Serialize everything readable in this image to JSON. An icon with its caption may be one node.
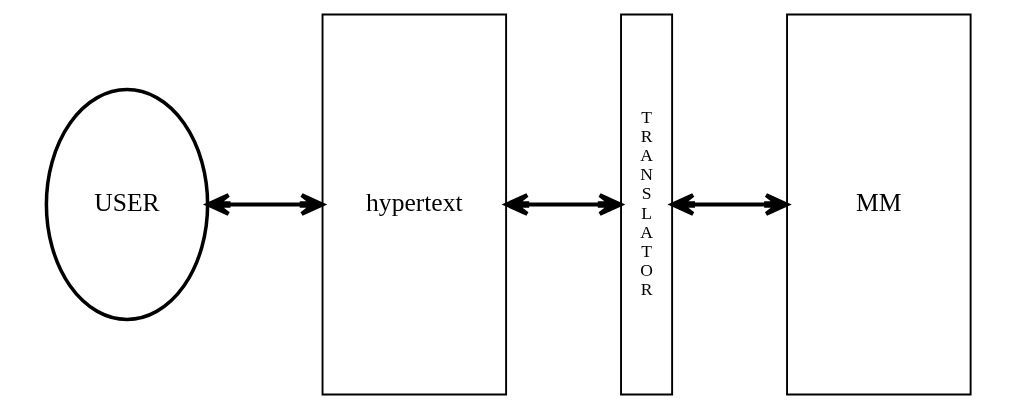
{
  "diagram": {
    "nodes": [
      {
        "text": [
          "USER"
        ]
      },
      {
        "text": [
          "hypertext"
        ]
      },
      {
        "text": [
          "TRANSLATOR"
        ]
      },
      {
        "text": [
          "MM"
        ]
      }
    ],
    "edges": [
      {
        "from": 0,
        "to": 1,
        "arrow": "both"
      },
      {
        "from": 1,
        "to": 2,
        "arrow": "both"
      },
      {
        "from": 2,
        "to": 3,
        "arrow": "both"
      }
    ]
  }
}
